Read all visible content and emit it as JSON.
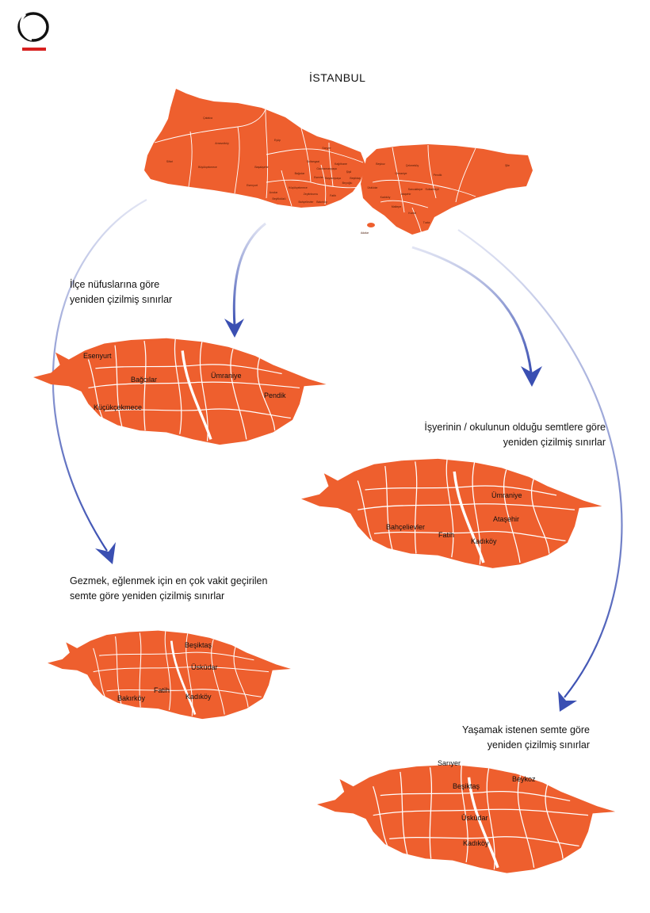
{
  "title": "İSTANBUL",
  "colors": {
    "map_fill": "#EE5F2E",
    "border": "#ffffff",
    "arrow": "#3A4FB2",
    "logo_bar": "#D7201F"
  },
  "main_map": {
    "districts": [
      "Çatalca",
      "Silivri",
      "Arnavutköy",
      "Eyüp",
      "Sarıyer",
      "Beykoz",
      "Şile",
      "Başakşehir",
      "Esenyurt",
      "Büyükçekmece",
      "Beylikdüzü",
      "Küçükçekmece",
      "Avcılar",
      "Bağcılar",
      "Esenler",
      "Sultangazi",
      "Gaziosmanpaşa",
      "Kağıthane",
      "Şişli",
      "Beşiktaş",
      "Beyoğlu",
      "Fatih",
      "Zeytinburnu",
      "Bakırköy",
      "Bahçelievler",
      "Bayrampaşa",
      "Üsküdar",
      "Ümraniye",
      "Çekmeköy",
      "Sancaktepe",
      "Ataşehir",
      "Kadıköy",
      "Maltepe",
      "Kartal",
      "Pendik",
      "Tuzla",
      "Sultanbeyli",
      "Adalar"
    ]
  },
  "panels": [
    {
      "caption": [
        "İlçe nüfuslarına göre",
        "yeniden çizilmiş sınırlar"
      ],
      "labels": [
        "Esenyurt",
        "Bağcılar",
        "Küçükçekmece",
        "Ümraniye",
        "Pendik"
      ]
    },
    {
      "caption": [
        "İşyerinin / okulunun olduğu semtlere göre",
        "yeniden çizilmiş sınırlar"
      ],
      "labels": [
        "Ümraniye",
        "Ataşehir",
        "Bahçelievler",
        "Fatih",
        "Kadıköy"
      ]
    },
    {
      "caption": [
        "Gezmek, eğlenmek için en çok vakit geçirilen",
        "semte göre yeniden çizilmiş sınırlar"
      ],
      "labels": [
        "Beşiktaş",
        "Üsküdar",
        "Fatih",
        "Bakırköy",
        "Kadıköy"
      ]
    },
    {
      "caption": [
        "Yaşamak istenen semte göre",
        "yeniden çizilmiş sınırlar"
      ],
      "labels": [
        "Sarıyer",
        "Beykoz",
        "Beşiktaş",
        "Üsküdar",
        "Kadıköy"
      ]
    }
  ]
}
